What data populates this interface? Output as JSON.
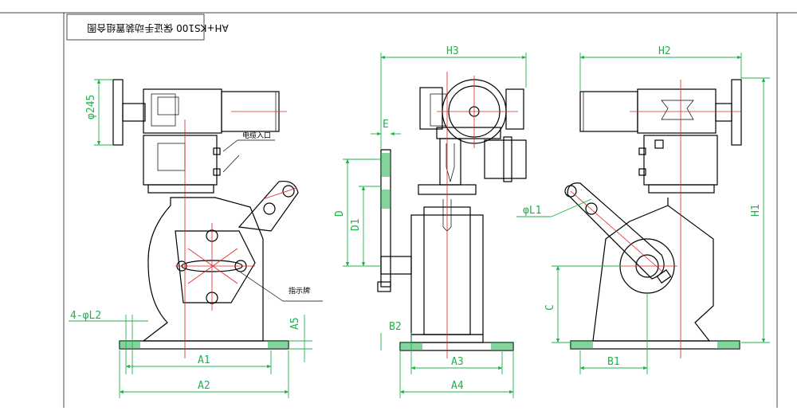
{
  "title_block": {
    "text": "AH+KS100 保证手动装置组合图"
  },
  "labels": {
    "cable_inlet": "电缆入口",
    "indicator": "指示牌"
  },
  "dimensions": {
    "phi245": "φ245",
    "L2": "4-φL2",
    "A1": "A1",
    "A2": "A2",
    "A5": "A5",
    "H3": "H3",
    "E": "E",
    "D": "D",
    "D1": "D1",
    "B2": "B2",
    "A3": "A3",
    "A4": "A4",
    "H2": "H2",
    "H1": "H1",
    "L1": "φL1",
    "C": "C",
    "B1": "B1"
  },
  "colors": {
    "dimension": "#22b14c",
    "centerline": "#e02020",
    "outline": "#000000"
  }
}
